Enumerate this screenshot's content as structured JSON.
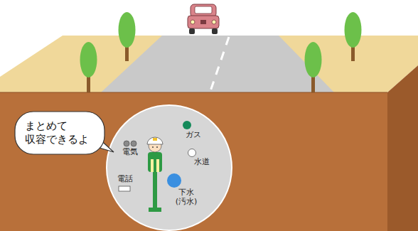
{
  "diagram": {
    "nodes": [
      {
        "text": [
          "まとめて 収容できるよ"
        ]
      }
    ],
    "labels": [
      "ガス",
      "電気",
      "水道",
      "電話",
      "下水 (汚水)"
    ]
  }
}
